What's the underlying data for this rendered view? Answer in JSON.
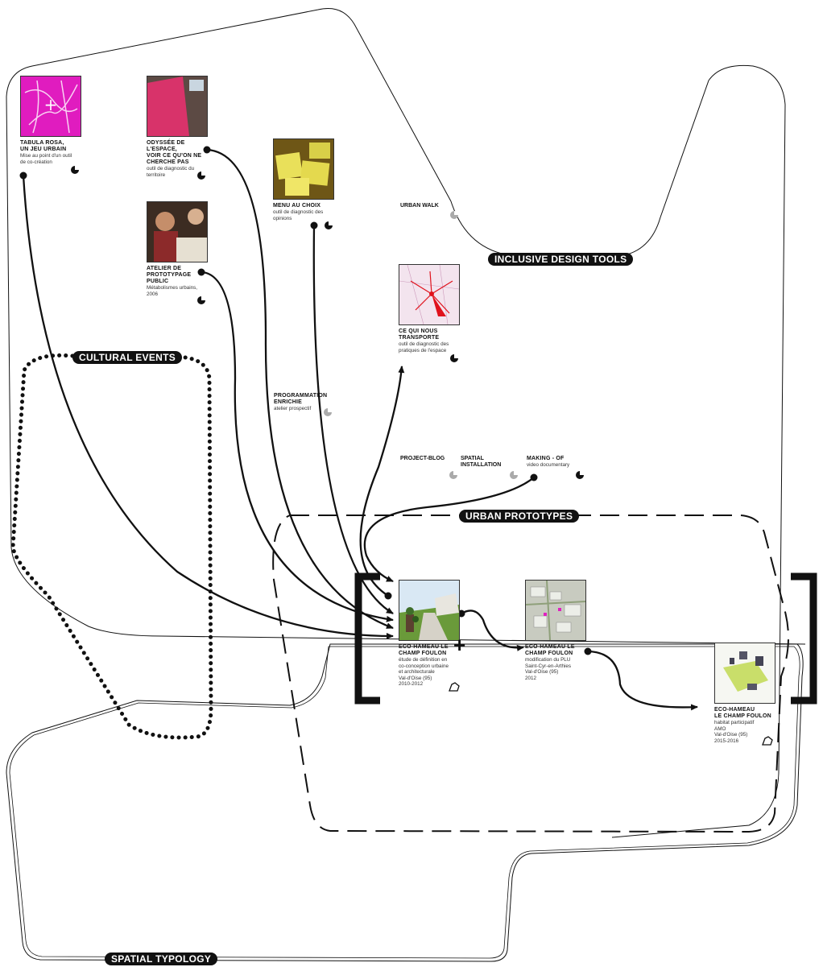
{
  "colors": {
    "ink": "#111111",
    "grey_dot": "#aaaaaa",
    "magenta": "#e01cbf",
    "paper": "#ffffff"
  },
  "icons": {
    "progress": "quarter-pie-icon",
    "house": "house-outline-icon"
  },
  "region_labels": {
    "cultural_events": "CULTURAL EVENTS",
    "inclusive_design_tools": "INCLUSIVE DESIGN TOOLS",
    "urban_prototypes": "URBAN PROTOTYPES",
    "spatial_typology": "SPATIAL TYPOLOGY"
  },
  "tools": {
    "tabula": {
      "title_1": "TABULA ROSA,",
      "title_2": "UN JEU URBAIN",
      "sub_1": "Mise au point d'un outil",
      "sub_2": "de co-création"
    },
    "odyssee": {
      "title_1": "ODYSSÉE DE",
      "title_2": "L'ESPACE,",
      "title_3": "VOIR CE QU'ON NE",
      "title_4": "CHERCHE PAS",
      "sub_1": "outil de diagnostic du",
      "sub_2": "territoire"
    },
    "menu": {
      "title_1": "MENU AU CHOIX",
      "sub_1": "outil de diagnostic des",
      "sub_2": "opinions"
    },
    "atelier": {
      "title_1": "ATELIER DE",
      "title_2": "PROTOTYPAGE",
      "title_3": "PUBLIC",
      "sub_1": "Métabolismes urbains,",
      "sub_2": "2006"
    },
    "urbanwalk": {
      "title_1": "URBAN WALK"
    },
    "transporte": {
      "title_1": "CE QUI NOUS",
      "title_2": "TRANSPORTE",
      "sub_1": "outil de diagnostic des",
      "sub_2": "pratiques de l'espace"
    },
    "programmation": {
      "title_1": "PROGRAMMATION",
      "title_2": "ENRICHIE",
      "sub_1": "atelier prospectif"
    },
    "blog": {
      "title_1": "PROJECT-BLOG"
    },
    "spatial": {
      "title_1": "SPATIAL",
      "title_2": "INSTALLATION"
    },
    "making": {
      "title_1": "MAKING - OF",
      "sub_1": "video documentary"
    }
  },
  "prototypes": {
    "eco1": {
      "title_1": "ECO-HAMEAU LE",
      "title_2": "CHAMP FOULON",
      "sub_1": "étude de définition en",
      "sub_2": "co-conception urbaine",
      "sub_3": "et architecturale",
      "sub_4": "Val-d'Oise (95)",
      "sub_5": "2010-2012"
    },
    "eco2": {
      "title_1": "ECO-HAMEAU LE",
      "title_2": "CHAMP FOULON",
      "sub_1": "modification du PLU",
      "sub_2": "Saint-Cyr-en-Arthies",
      "sub_3": "Val-d'Oise (95)",
      "sub_4": "2012"
    },
    "eco3": {
      "title_1": "ECO-HAMEAU",
      "title_2": "LE CHAMP FOULON",
      "sub_1": "habitat participatif",
      "sub_2": "AMO",
      "sub_3": "Val-d'Oise (95)",
      "sub_4": "2015-2016"
    }
  },
  "plus_sign": "+"
}
